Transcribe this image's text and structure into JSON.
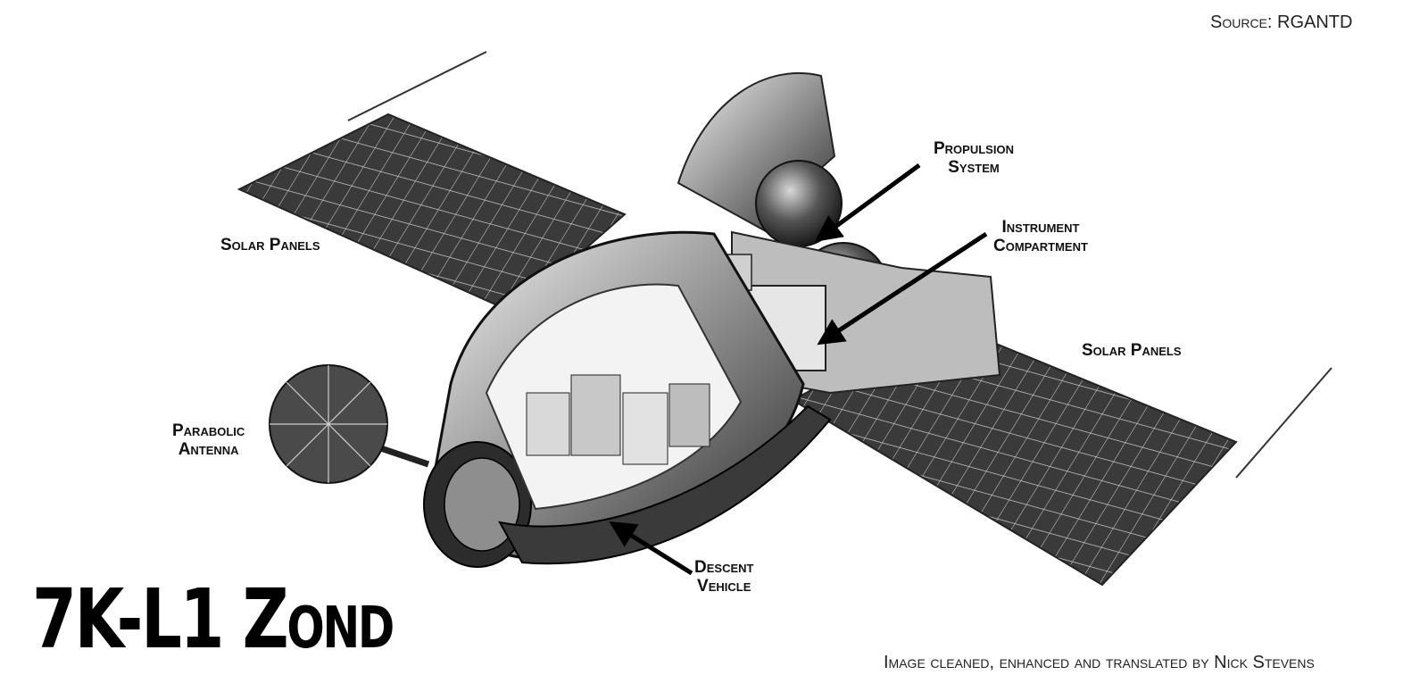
{
  "source": "Source: RGANTD",
  "title": "7K-L1 Zond",
  "credit": "Image cleaned, enhanced and translated by Nick Stevens",
  "labels": {
    "solar_panels_left": "Solar Panels",
    "solar_panels_right": "Solar Panels",
    "propulsion": [
      "Propulsion",
      "System"
    ],
    "instrument": [
      "Instrument",
      "Compartment"
    ],
    "antenna": [
      "Parabolic",
      "Antenna"
    ],
    "descent": [
      "Descent",
      "Vehicle"
    ]
  }
}
